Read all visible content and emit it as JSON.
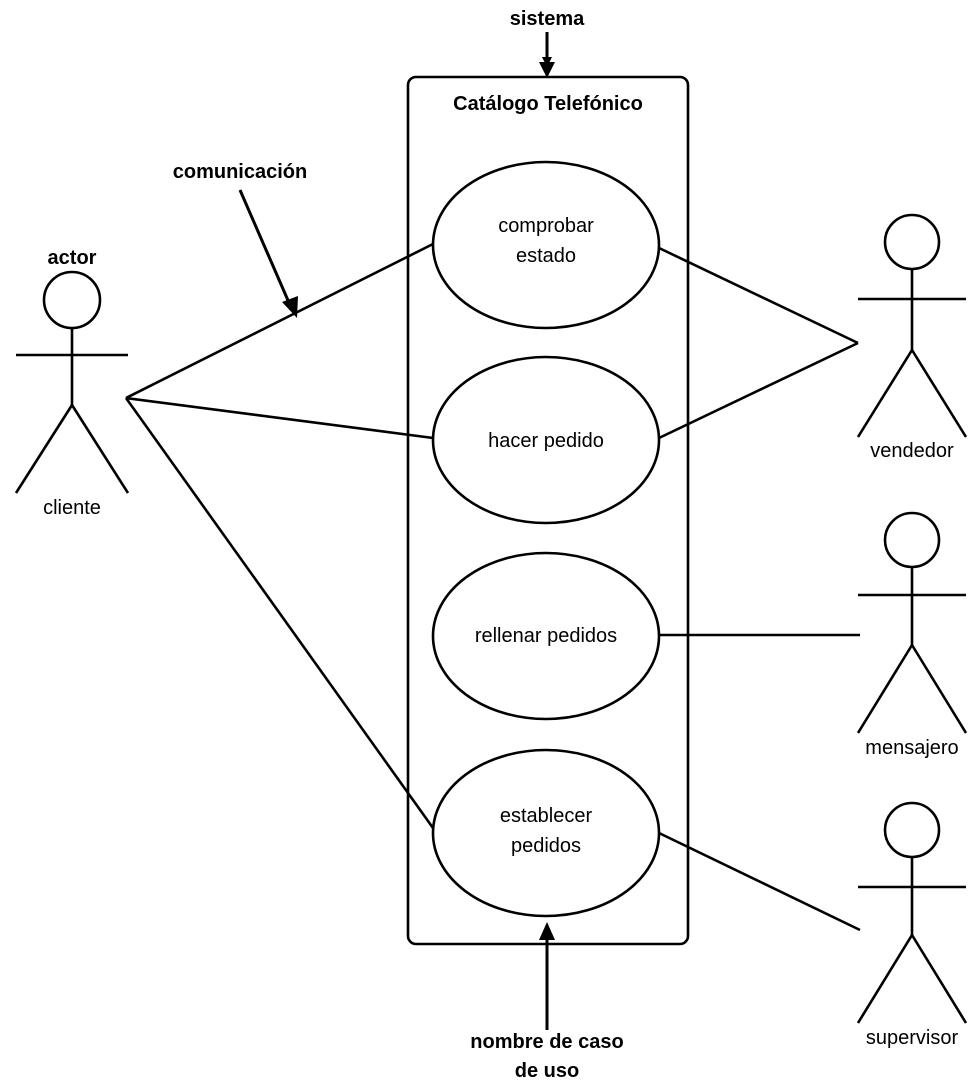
{
  "diagram": {
    "system_annotation": "sistema",
    "system_title": "Catálogo Telefónico",
    "communication_annotation": "comunicación",
    "actor_annotation": "actor",
    "usecase_name_annotation_line1": "nombre de caso",
    "usecase_name_annotation_line2": "de uso",
    "actors": {
      "cliente": "cliente",
      "vendedor": "vendedor",
      "mensajero": "mensajero",
      "supervisor": "supervisor"
    },
    "use_cases": {
      "comprobar_estado": [
        "comprobar",
        "estado"
      ],
      "hacer_pedido": [
        "hacer pedido"
      ],
      "rellenar_pedidos": [
        "rellenar pedidos"
      ],
      "establecer_pedidos": [
        "establecer",
        "pedidos"
      ]
    },
    "colors": {
      "stroke": "#000000",
      "background": "#ffffff"
    }
  }
}
